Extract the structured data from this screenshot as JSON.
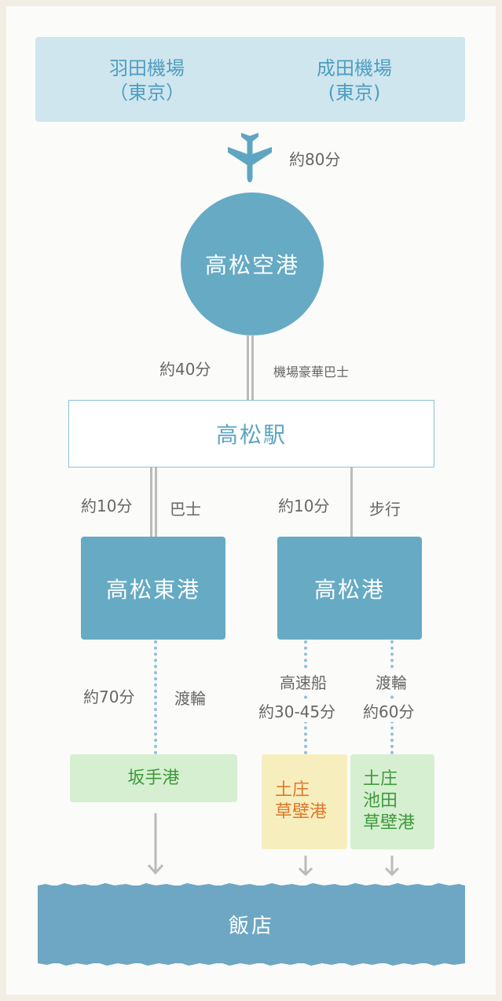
{
  "origins": [
    {
      "line1": "羽田機場",
      "line2": "（東京）"
    },
    {
      "line1": "成田機場",
      "line2": "(東京)"
    }
  ],
  "flight_time": "約80分",
  "airport": "高松空港",
  "airport_bus": {
    "time": "約40分",
    "mode": "機場豪華巴士"
  },
  "station": "高松駅",
  "legs_from_station": [
    {
      "time": "約10分",
      "mode": "巴士"
    },
    {
      "time": "約10分",
      "mode": "步行"
    }
  ],
  "ports": [
    "高松東港",
    "高松港"
  ],
  "ferry_east": {
    "time": "約70分",
    "mode": "渡輪"
  },
  "fast_boat": {
    "mode": "高速船",
    "time": "約30-45分"
  },
  "ferry_port": {
    "mode": "渡輪",
    "time": "約60分"
  },
  "destinations": [
    {
      "lines": [
        "坂手港"
      ],
      "color": "#3f9a3c",
      "bg": "#d6efd0"
    },
    {
      "lines": [
        "土庄",
        "草壁港"
      ],
      "color": "#e0782a",
      "bg": "#f7eebe"
    },
    {
      "lines": [
        "土庄",
        "池田",
        "草壁港"
      ],
      "color": "#3f9a3c",
      "bg": "#d6efd0"
    }
  ],
  "hotel": "飯店",
  "colors": {
    "accent": "#66aac4",
    "band": "#cfe6ef",
    "line": "#bbbbbb",
    "dotted": "#8cc2d6"
  }
}
